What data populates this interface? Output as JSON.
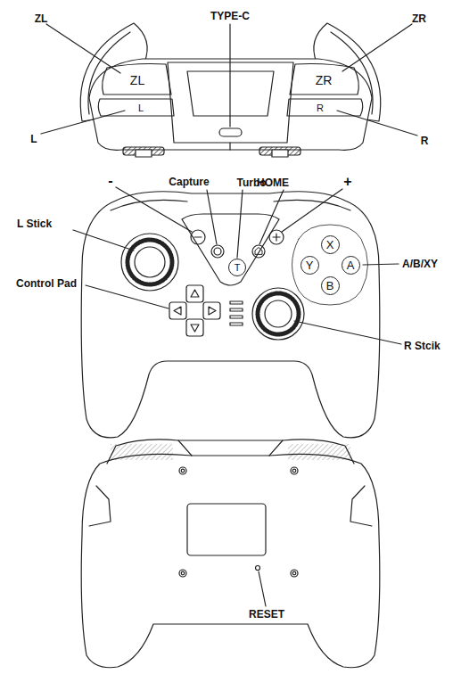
{
  "diagram": {
    "nodes": [
      {
        "text": [
          "ZL"
        ]
      },
      {
        "text": [
          "ZR"
        ]
      },
      {
        "text": [
          "L"
        ]
      },
      {
        "text": [
          "R"
        ]
      },
      {
        "text": [
          "T"
        ]
      },
      {
        "text": [
          "X"
        ]
      },
      {
        "text": [
          "Y"
        ]
      },
      {
        "text": [
          "A"
        ]
      },
      {
        "text": [
          "B"
        ]
      }
    ],
    "labels": [
      "ZL",
      "TYPE-C",
      "ZR",
      "L",
      "R",
      "-",
      "Capture",
      "Turbo",
      "HOME",
      "+",
      "L Stick",
      "Control Pad",
      "A/B/XY",
      "R Stcik",
      "RESET"
    ]
  }
}
